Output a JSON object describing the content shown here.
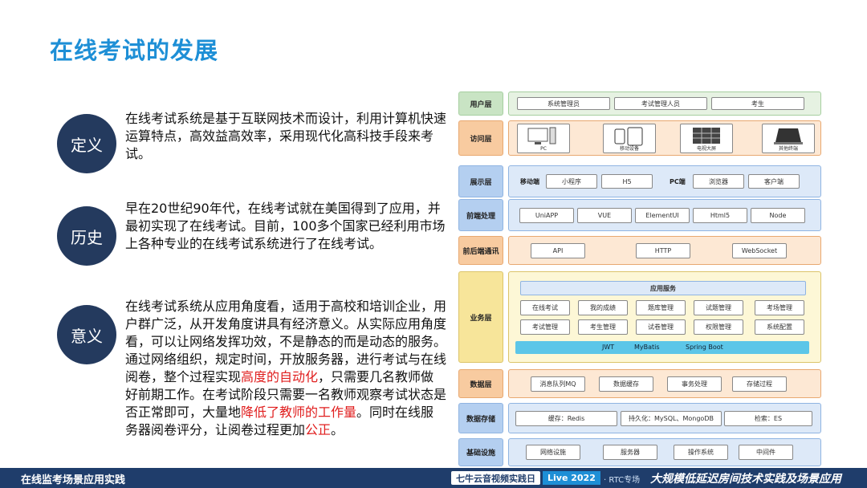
{
  "title": "在线考试的发展",
  "sections": [
    {
      "label": "定义",
      "text": "在线考试系统是基于互联网技术而设计，利用计算机快速运算特点，高效益高效率，采用现代化高科技手段来考试。"
    },
    {
      "label": "历史",
      "text": "早在20世纪90年代，在线考试就在美国得到了应用，并最初实现了在线考试。目前，100多个国家已经利用市场上各种专业的在线考试系统进行了在线考试。"
    },
    {
      "label": "意义",
      "text_parts": [
        "在线考试系统从应用角度看，适用于高校和培训企业，用户群广泛，从开发角度讲具有经济意义。从实际应用角度看，可以让网络发挥功效，不是静态的而是动态的服务。通过网络组织，规定时间，开放服务器，进行考试与在线阅卷，整个过程实现",
        "高度的自动化",
        "，只需要几名教师做好前期工作。在考试阶段只需要一名教师观察考试状态是否正常即可，大量地",
        "降低了教师的工作量",
        "。同时在线服务器阅卷评分，让阅卷过程更加",
        "公正",
        "。"
      ]
    }
  ],
  "arch": {
    "user_layer": {
      "label": "用户层",
      "items": [
        "系统管理员",
        "考试管理人员",
        "考生"
      ]
    },
    "access_layer": {
      "label": "访问层",
      "items": [
        "PC",
        "移动设备",
        "电视大屏",
        "其他终端"
      ]
    },
    "display_layer": {
      "label": "展示层",
      "mobile_tag": "移动端",
      "mobile_items": [
        "小程序",
        "H5"
      ],
      "pc_tag": "PC端",
      "pc_items": [
        "浏览器",
        "客户端"
      ]
    },
    "frontend_layer": {
      "label": "前端处理",
      "items": [
        "UniAPP",
        "VUE",
        "ElementUI",
        "Html5",
        "Node"
      ]
    },
    "comm_layer": {
      "label": "前后端通讯",
      "items": [
        "API",
        "HTTP",
        "WebSocket"
      ]
    },
    "business_layer": {
      "label": "业务层",
      "app_service": "应用服务",
      "row1": [
        "在线考试",
        "我的成绩",
        "题库管理",
        "试题管理",
        "考场管理"
      ],
      "row2": [
        "考试管理",
        "考生管理",
        "试卷管理",
        "权限管理",
        "系统配置"
      ],
      "frameworks": [
        "JWT",
        "MyBatis",
        "Spring Boot"
      ]
    },
    "data_layer": {
      "label": "数据层",
      "items": [
        "消息队列MQ",
        "数据缓存",
        "事务处理",
        "存储过程"
      ]
    },
    "storage_layer": {
      "label": "数据存储",
      "items": [
        "缓存：Redis",
        "持久化：MySQL、MongoDB",
        "检索：ES"
      ]
    },
    "infra_layer": {
      "label": "基础设施",
      "items": [
        "网络设施",
        "服务器",
        "操作系统",
        "中间件"
      ]
    }
  },
  "footer": {
    "left": "在线监考场景应用实践",
    "event": "七牛云音视频实践日",
    "live": "Live 2022",
    "rtc": "· RTC专场",
    "right": "大规模低延迟房间技术实践及场景应用"
  },
  "colors": {
    "title": "#1e8fd6",
    "circle": "#243a5e",
    "highlight": "#e01e1e",
    "footer": "#1f3d6b"
  }
}
